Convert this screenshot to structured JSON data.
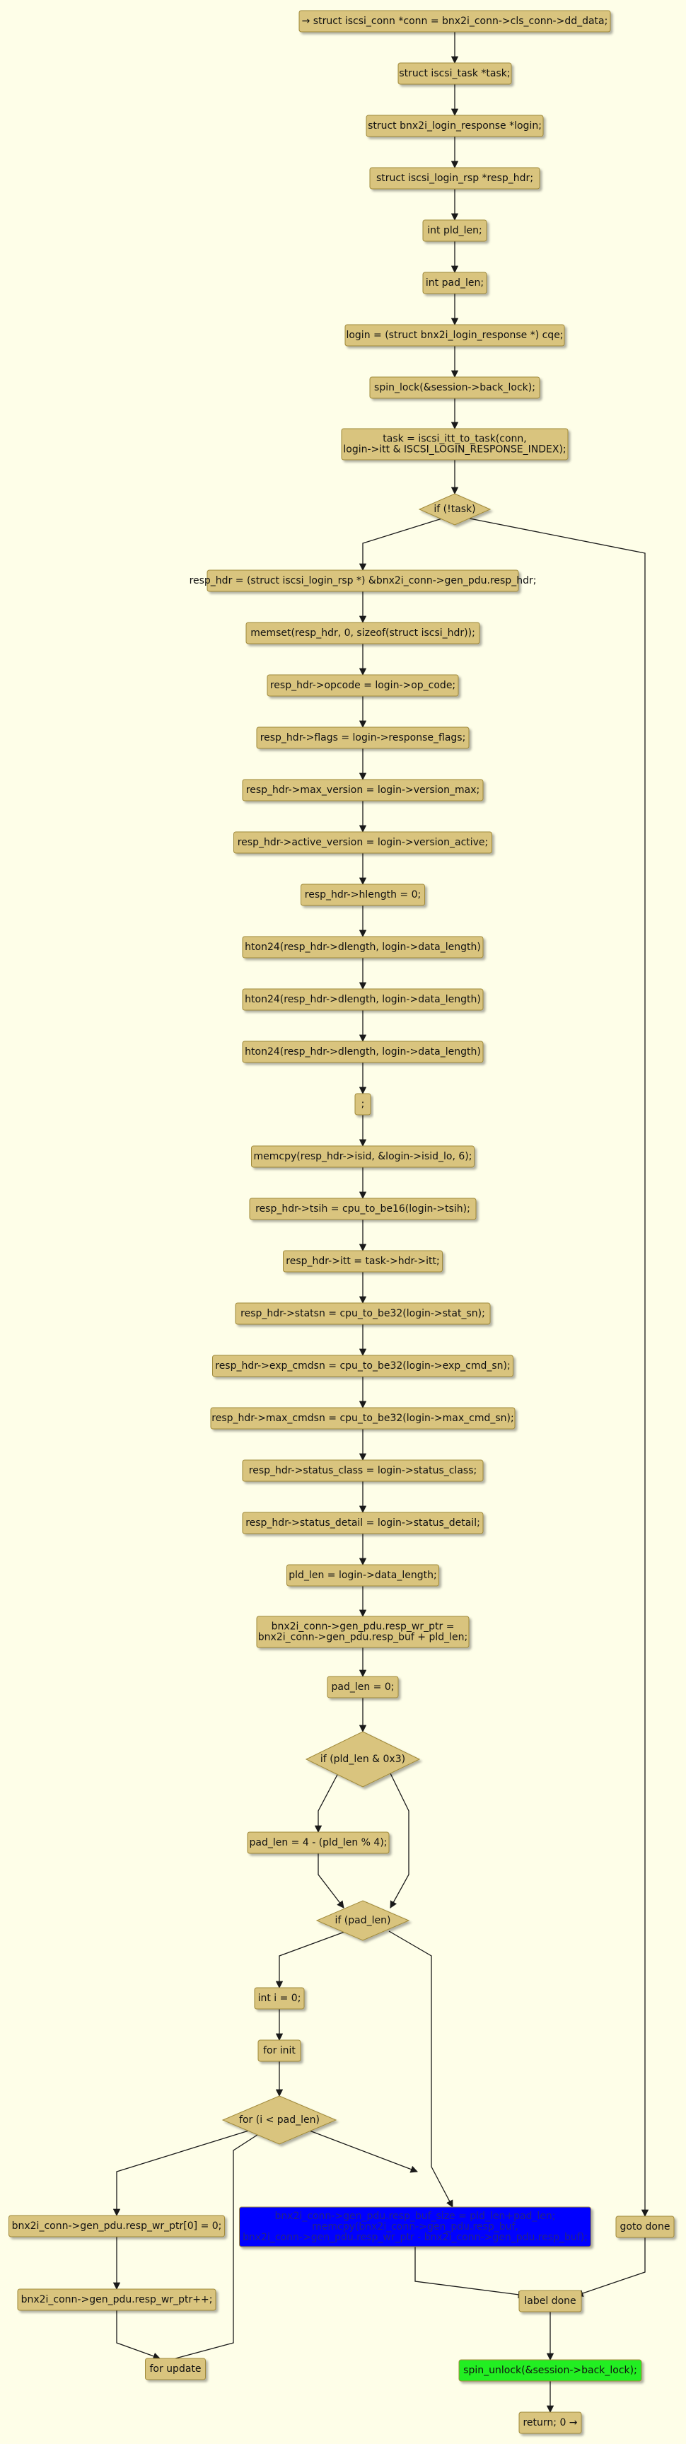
{
  "colors": {
    "background": "#fefee8",
    "node_fill": "#d9c47e",
    "node_border": "#a08a3a",
    "blue_fill": "#0000ff",
    "blue_text": "#222288",
    "green_fill": "#22ee22",
    "edge": "#1a1a1a"
  },
  "nodes": [
    {
      "id": "n_conn",
      "shape": "rect",
      "lines": [
        "→ struct iscsi_conn *conn = bnx2i_conn->cls_conn->dd_data;"
      ]
    },
    {
      "id": "n_task",
      "shape": "rect",
      "lines": [
        "struct iscsi_task *task;"
      ]
    },
    {
      "id": "n_login",
      "shape": "rect",
      "lines": [
        "struct bnx2i_login_response *login;"
      ]
    },
    {
      "id": "n_resp",
      "shape": "rect",
      "lines": [
        "struct iscsi_login_rsp *resp_hdr;"
      ]
    },
    {
      "id": "n_pld",
      "shape": "rect",
      "lines": [
        "int pld_len;"
      ]
    },
    {
      "id": "n_pad",
      "shape": "rect",
      "lines": [
        "int pad_len;"
      ]
    },
    {
      "id": "n_cast",
      "shape": "rect",
      "lines": [
        "login = (struct bnx2i_login_response *) cqe;"
      ]
    },
    {
      "id": "n_spin",
      "shape": "rect",
      "lines": [
        "spin_lock(&session->back_lock);"
      ]
    },
    {
      "id": "n_itt",
      "shape": "rect",
      "lines": [
        "task = iscsi_itt_to_task(conn,",
        "login->itt & ISCSI_LOGIN_RESPONSE_INDEX);"
      ]
    },
    {
      "id": "d_task",
      "shape": "diamond",
      "lines": [
        "if (!task)"
      ]
    },
    {
      "id": "n_hdr",
      "shape": "rect",
      "lines": [
        "resp_hdr = (struct iscsi_login_rsp *) &bnx2i_conn->gen_pdu.resp_hdr;"
      ]
    },
    {
      "id": "n_memset",
      "shape": "rect",
      "lines": [
        "memset(resp_hdr, 0, sizeof(struct iscsi_hdr));"
      ]
    },
    {
      "id": "n_opcode",
      "shape": "rect",
      "lines": [
        "resp_hdr->opcode = login->op_code;"
      ]
    },
    {
      "id": "n_flags",
      "shape": "rect",
      "lines": [
        "resp_hdr->flags = login->response_flags;"
      ]
    },
    {
      "id": "n_maxv",
      "shape": "rect",
      "lines": [
        "resp_hdr->max_version = login->version_max;"
      ]
    },
    {
      "id": "n_actv",
      "shape": "rect",
      "lines": [
        "resp_hdr->active_version = login->version_active;"
      ]
    },
    {
      "id": "n_hlen",
      "shape": "rect",
      "lines": [
        "resp_hdr->hlength = 0;"
      ]
    },
    {
      "id": "n_hton1",
      "shape": "rect",
      "lines": [
        "hton24(resp_hdr->dlength, login->data_length)"
      ]
    },
    {
      "id": "n_hton2",
      "shape": "rect",
      "lines": [
        "hton24(resp_hdr->dlength, login->data_length)"
      ]
    },
    {
      "id": "n_hton3",
      "shape": "rect",
      "lines": [
        "hton24(resp_hdr->dlength, login->data_length)"
      ]
    },
    {
      "id": "n_semi",
      "shape": "rect",
      "lines": [
        ";"
      ]
    },
    {
      "id": "n_memcpy",
      "shape": "rect",
      "lines": [
        "memcpy(resp_hdr->isid, &login->isid_lo, 6);"
      ]
    },
    {
      "id": "n_tsih",
      "shape": "rect",
      "lines": [
        "resp_hdr->tsih = cpu_to_be16(login->tsih);"
      ]
    },
    {
      "id": "n_ittset",
      "shape": "rect",
      "lines": [
        "resp_hdr->itt = task->hdr->itt;"
      ]
    },
    {
      "id": "n_statsn",
      "shape": "rect",
      "lines": [
        "resp_hdr->statsn = cpu_to_be32(login->stat_sn);"
      ]
    },
    {
      "id": "n_expcmd",
      "shape": "rect",
      "lines": [
        "resp_hdr->exp_cmdsn = cpu_to_be32(login->exp_cmd_sn);"
      ]
    },
    {
      "id": "n_maxcmd",
      "shape": "rect",
      "lines": [
        "resp_hdr->max_cmdsn = cpu_to_be32(login->max_cmd_sn);"
      ]
    },
    {
      "id": "n_sclass",
      "shape": "rect",
      "lines": [
        "resp_hdr->status_class = login->status_class;"
      ]
    },
    {
      "id": "n_sdetail",
      "shape": "rect",
      "lines": [
        "resp_hdr->status_detail = login->status_detail;"
      ]
    },
    {
      "id": "n_pldlen",
      "shape": "rect",
      "lines": [
        "pld_len = login->data_length;"
      ]
    },
    {
      "id": "n_wrptr",
      "shape": "rect",
      "lines": [
        "bnx2i_conn->gen_pdu.resp_wr_ptr =",
        "bnx2i_conn->gen_pdu.resp_buf + pld_len;"
      ]
    },
    {
      "id": "n_pad0",
      "shape": "rect",
      "lines": [
        "pad_len = 0;"
      ]
    },
    {
      "id": "d_pld",
      "shape": "diamond",
      "lines": [
        "if (pld_len & 0x3)"
      ]
    },
    {
      "id": "n_padcalc",
      "shape": "rect",
      "lines": [
        "pad_len = 4 - (pld_len % 4);"
      ]
    },
    {
      "id": "d_pad",
      "shape": "diamond",
      "lines": [
        "if (pad_len)"
      ]
    },
    {
      "id": "n_inti",
      "shape": "rect",
      "lines": [
        "int i = 0;"
      ]
    },
    {
      "id": "n_forinit",
      "shape": "rect",
      "lines": [
        "for init"
      ]
    },
    {
      "id": "d_for",
      "shape": "diamond",
      "lines": [
        "for (i < pad_len)"
      ]
    },
    {
      "id": "n_wr0",
      "shape": "rect",
      "lines": [
        "bnx2i_conn->gen_pdu.resp_wr_ptr[0] = 0;"
      ]
    },
    {
      "id": "n_wrinc",
      "shape": "rect",
      "lines": [
        "bnx2i_conn->gen_pdu.resp_wr_ptr++;"
      ]
    },
    {
      "id": "n_forupd",
      "shape": "rect",
      "lines": [
        "for update"
      ]
    },
    {
      "id": "n_blue",
      "shape": "rect",
      "variant": "blue",
      "lines": [
        "bnx2i_conn->gen_pdu.resp_buf_size = pld_len+pad_len;",
        "memcpy(bnx2i_conn->gen_pdu.resp_buf,",
        "bnx2i_conn->gen_pdu.resp_wr_ptr - bnx2i_conn->gen_pdu.resp_buf);"
      ]
    },
    {
      "id": "n_goto",
      "shape": "rect",
      "lines": [
        "goto done"
      ]
    },
    {
      "id": "n_label",
      "shape": "rect",
      "lines": [
        "label done"
      ]
    },
    {
      "id": "n_unlock",
      "shape": "rect",
      "variant": "green",
      "lines": [
        "spin_unlock(&session->back_lock);"
      ]
    },
    {
      "id": "n_return",
      "shape": "rect",
      "lines": [
        "return; 0 →"
      ]
    }
  ]
}
